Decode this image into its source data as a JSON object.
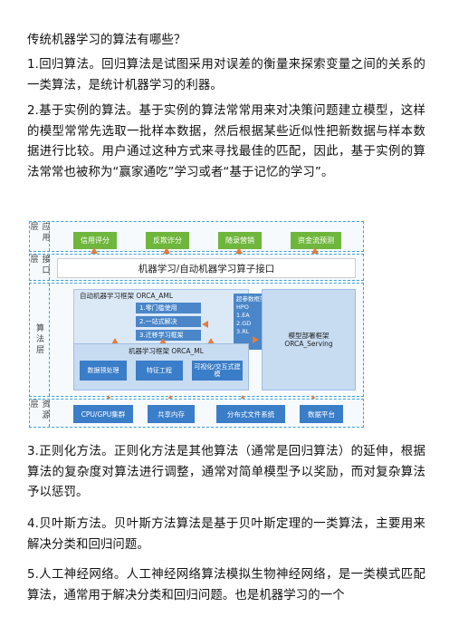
{
  "text": {
    "heading": "传统机器学习的算法有哪些？",
    "p1": "1.回归算法。回归算法是试图采用对误差的衡量来探索变量之间的关系的一类算法，是统计机器学习的利器。",
    "p2": "2.基于实例的算法。基于实例的算法常常用来对决策问题建立模型，这样的模型常常先选取一批样本数据，然后根据某些近似性把新数据与样本数据进行比较。用户通过这种方式来寻找最佳的匹配，因此，基于实例的算法常常也被称为“赢家通吃”学习或者“基于记忆的学习”。",
    "p3": "3.正则化方法。正则化方法是其他算法（通常是回归算法）的延伸，根据算法的复杂度对算法进行调整，通常对简单模型予以奖励，而对复杂算法予以惩罚。",
    "p4": "4.贝叶斯方法。贝叶斯方法算法是基于贝叶斯定理的一类算法，主要用来解决分类和回归问题。",
    "p5": "5.人工神经网络。人工神经网络算法模拟生物神经网络，是一类模式匹配算法，通常用于解决分类和回归问题。也是机器学习的一个"
  },
  "diagram": {
    "layers": {
      "app": "应用层",
      "api": "接口层",
      "alg": "算法层",
      "res": "资源层"
    },
    "apps": [
      "信用评分",
      "反欺诈分",
      "随录营销",
      "资金流预测"
    ],
    "api_label": "机器学习/自动机器学习算子接口",
    "aml": {
      "title": "自动机器学习框架 ORCA_AML",
      "items": [
        "1.零门槛使用",
        "2.一站式解决",
        "3.迁移学习框架"
      ]
    },
    "hpo": {
      "title": "超参数框架",
      "lines": [
        "HPO",
        "1.EA",
        "2.GD",
        "3.RL"
      ]
    },
    "ml": {
      "title": "机器学习框架 ORCA_ML",
      "boxes": [
        "数据预处理",
        "特征工程",
        "可视化/交互式建模"
      ]
    },
    "serving": {
      "line1": "模型部署框架",
      "line2": "ORCA_Serving"
    },
    "resources": [
      "CPU/GPU集群",
      "共享内存",
      "分布式文件系统",
      "数据平台"
    ],
    "colors": {
      "green": "#6fb63c",
      "blue": "#3a7dc8",
      "arrow": "#e57c3a",
      "dash": "#3aa0d8"
    }
  }
}
